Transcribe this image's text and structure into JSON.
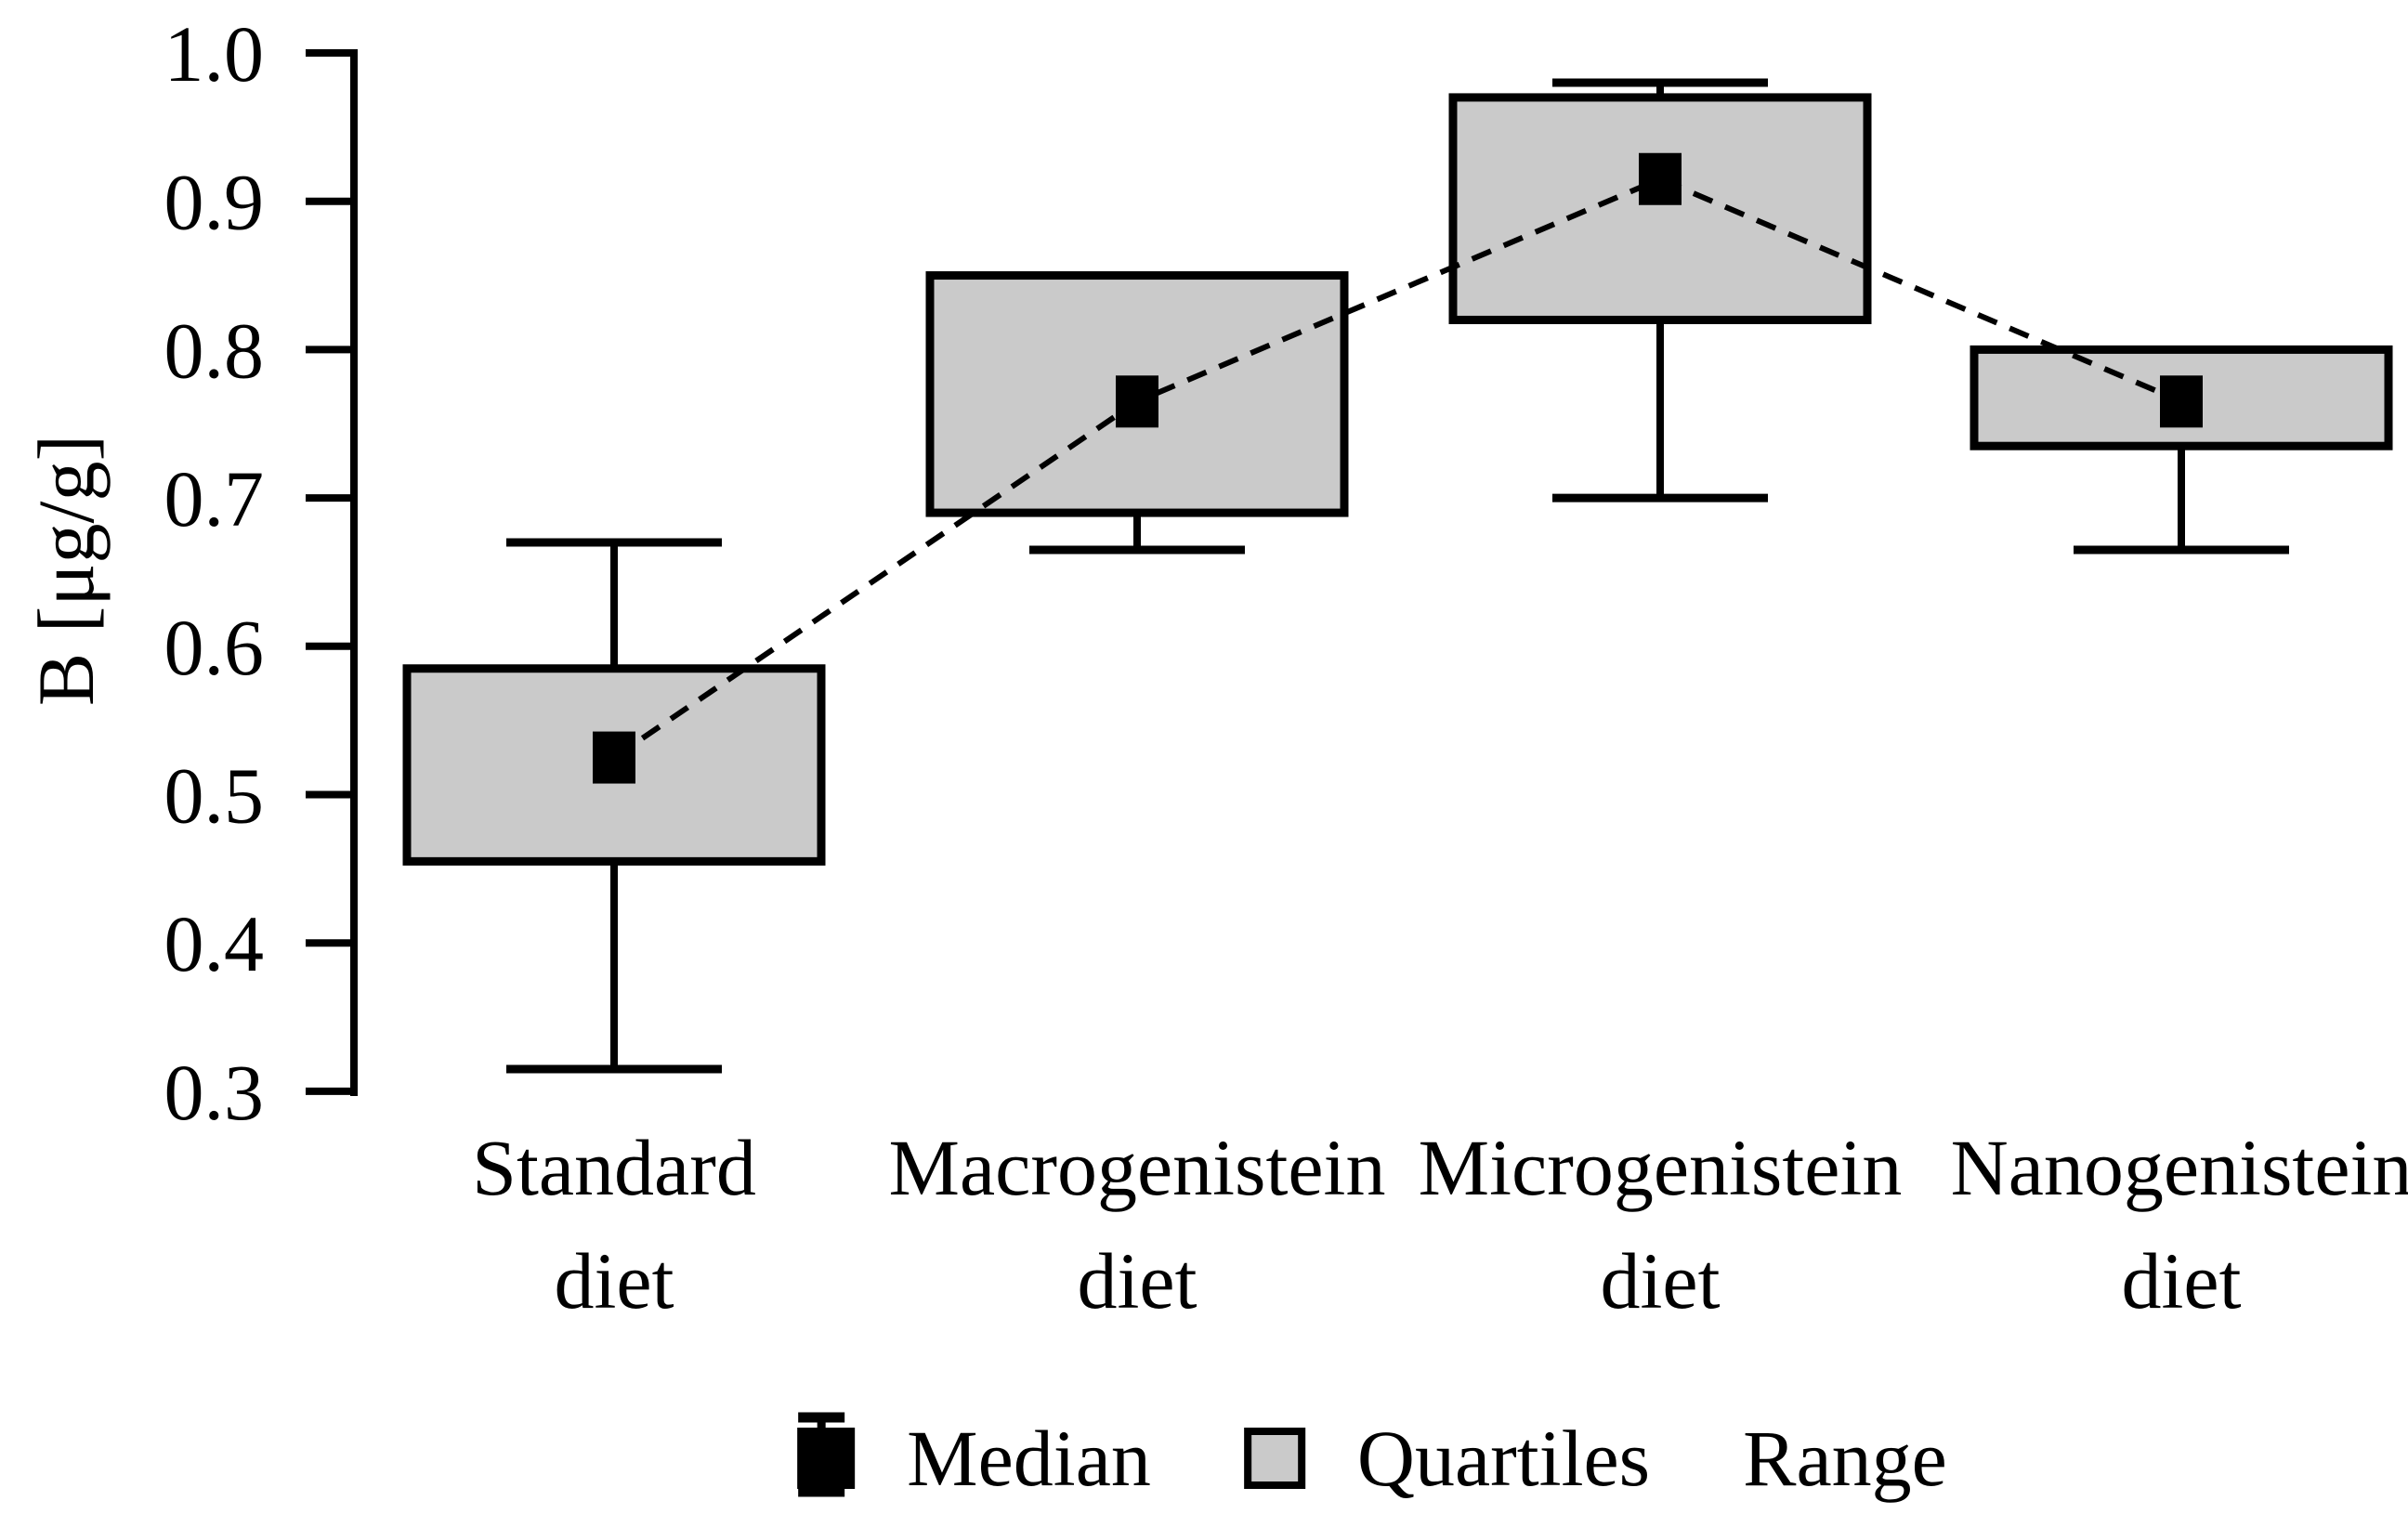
{
  "figure": {
    "background": "#ffffff"
  },
  "chart_data": {
    "type": "boxplot",
    "title": "",
    "ylabel": "B [μg/g]",
    "xlabel": "",
    "ylim": [
      0.3,
      1.0
    ],
    "yticks": [
      "1.0",
      "0.9",
      "0.8",
      "0.7",
      "0.6",
      "0.5",
      "0.4",
      "0.3"
    ],
    "grid": false,
    "legend_position": "bottom",
    "categories": [
      [
        "Standard",
        "diet"
      ],
      [
        "Macrogenistein",
        "diet"
      ],
      [
        "Microgenistein",
        "diet"
      ],
      [
        "Nanogenistein",
        "diet"
      ]
    ],
    "series": [
      {
        "label": "Standard diet",
        "min": 0.315,
        "q1": 0.455,
        "median": 0.525,
        "q3": 0.585,
        "max": 0.67
      },
      {
        "label": "Macrogenistein diet",
        "min": 0.665,
        "q1": 0.69,
        "median": 0.765,
        "q3": 0.85,
        "max": null
      },
      {
        "label": "Microgenistein diet",
        "min": 0.7,
        "q1": 0.82,
        "median": 0.915,
        "q3": 0.97,
        "max": 0.98
      },
      {
        "label": "Nanogenistein diet",
        "min": 0.665,
        "q1": 0.735,
        "median": 0.765,
        "q3": 0.8,
        "max": null
      }
    ],
    "median_trend_line": true,
    "legend": [
      {
        "label": "Median",
        "marker": "filled-square"
      },
      {
        "label": "Quartiles",
        "marker": "gray-box"
      },
      {
        "label": "Range",
        "marker": "error-bar"
      }
    ],
    "colors": {
      "box_fill": "#cacaca",
      "stroke": "#000000",
      "median_marker": "#000000",
      "background": "#ffffff"
    }
  }
}
